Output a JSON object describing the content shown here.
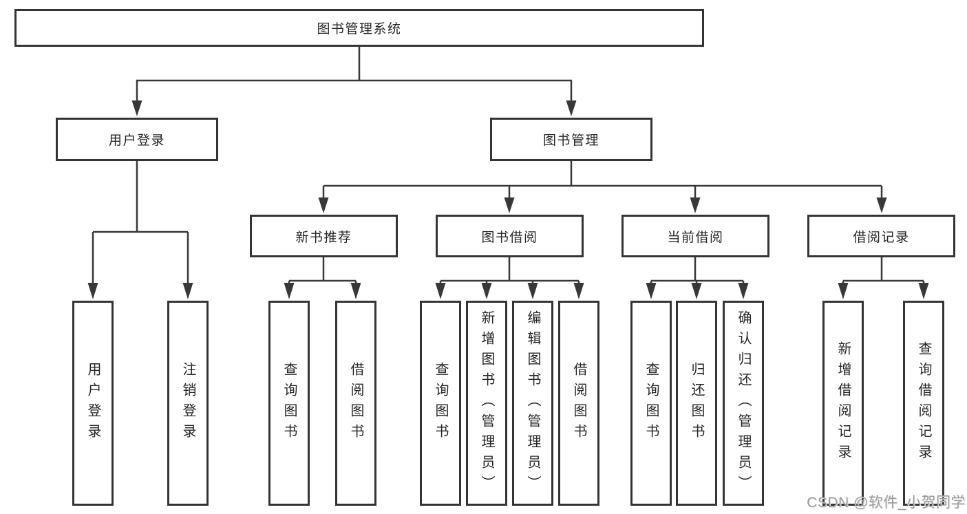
{
  "diagram": {
    "root": {
      "label": "图书管理系统"
    },
    "level2": [
      {
        "label": "用户登录"
      },
      {
        "label": "图书管理"
      }
    ],
    "modules": [
      {
        "label": "新书推荐"
      },
      {
        "label": "图书借阅"
      },
      {
        "label": "当前借阅"
      },
      {
        "label": "借阅记录"
      }
    ],
    "leaves": [
      {
        "label": "用户登录"
      },
      {
        "label": "注销登录"
      },
      {
        "label": "查询图书"
      },
      {
        "label": "借阅图书"
      },
      {
        "label": "查询图书"
      },
      {
        "label": "新增图书（管理员）"
      },
      {
        "label": "编辑图书（管理员）"
      },
      {
        "label": "借阅图书"
      },
      {
        "label": "查询图书"
      },
      {
        "label": "归还图书"
      },
      {
        "label": "确认归还（管理员）"
      },
      {
        "label": "新增借阅记录"
      },
      {
        "label": "查询借阅记录"
      }
    ],
    "watermark": "CSDN @软件_小贺同学",
    "colors": {
      "line": "#383838",
      "box_border": "#343434",
      "text": "#262626",
      "watermark": "#9b9b9b",
      "background": "#ffffff"
    }
  }
}
